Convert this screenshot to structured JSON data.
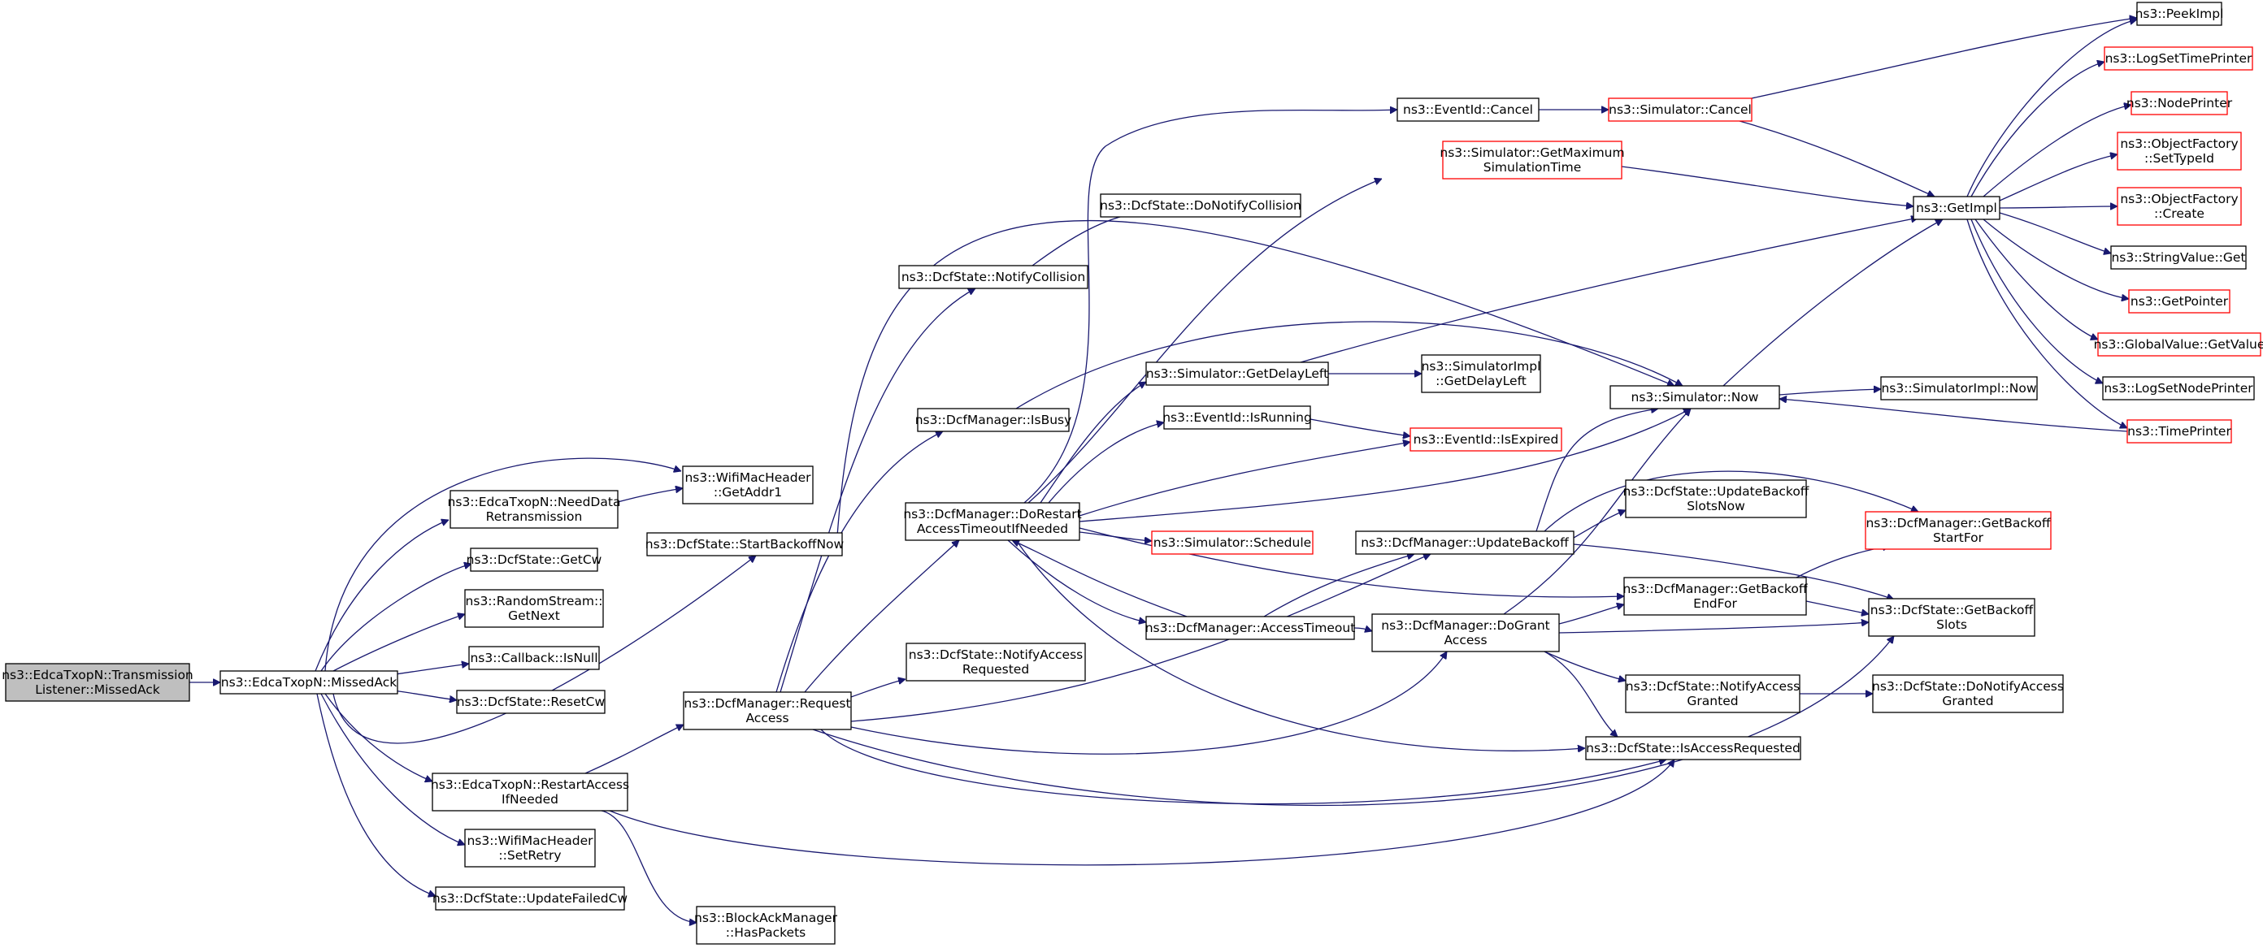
{
  "colors": {
    "edge": "#191970",
    "node_border": "#000000",
    "truncated_border": "#ff0000",
    "root_fill": "#bfbfbf"
  },
  "nodes": [
    {
      "id": "root",
      "lines": [
        "ns3::EdcaTxopN::Transmission",
        "Listener::MissedAck"
      ],
      "style": "root"
    },
    {
      "id": "missedack",
      "lines": [
        "ns3::EdcaTxopN::MissedAck"
      ]
    },
    {
      "id": "needdata",
      "lines": [
        "ns3::EdcaTxopN::NeedData",
        "Retransmission"
      ]
    },
    {
      "id": "getaddr1",
      "lines": [
        "ns3::WifiMacHeader",
        "::GetAddr1"
      ]
    },
    {
      "id": "getcw",
      "lines": [
        "ns3::DcfState::GetCw"
      ]
    },
    {
      "id": "randnext",
      "lines": [
        "ns3::RandomStream::",
        "GetNext"
      ]
    },
    {
      "id": "isnull",
      "lines": [
        "ns3::Callback::IsNull"
      ]
    },
    {
      "id": "resetcw",
      "lines": [
        "ns3::DcfState::ResetCw"
      ]
    },
    {
      "id": "restartaccess",
      "lines": [
        "ns3::EdcaTxopN::RestartAccess",
        "IfNeeded"
      ]
    },
    {
      "id": "setretry",
      "lines": [
        "ns3::WifiMacHeader",
        "::SetRetry"
      ]
    },
    {
      "id": "updatefailedcw",
      "lines": [
        "ns3::DcfState::UpdateFailedCw"
      ]
    },
    {
      "id": "startbackoff",
      "lines": [
        "ns3::DcfState::StartBackoffNow"
      ]
    },
    {
      "id": "requestaccess",
      "lines": [
        "ns3::DcfManager::Request",
        "Access"
      ]
    },
    {
      "id": "haspackets",
      "lines": [
        "ns3::BlockAckManager",
        "::HasPackets"
      ]
    },
    {
      "id": "notifycollision",
      "lines": [
        "ns3::DcfState::NotifyCollision"
      ]
    },
    {
      "id": "donotifycollision",
      "lines": [
        "ns3::DcfState::DoNotifyCollision"
      ]
    },
    {
      "id": "isbusy",
      "lines": [
        "ns3::DcfManager::IsBusy"
      ]
    },
    {
      "id": "dorestart",
      "lines": [
        "ns3::DcfManager::DoRestart",
        "AccessTimeoutIfNeeded"
      ]
    },
    {
      "id": "notifyaccessreq",
      "lines": [
        "ns3::DcfState::NotifyAccess",
        "Requested"
      ]
    },
    {
      "id": "eventcancel",
      "lines": [
        "ns3::EventId::Cancel"
      ]
    },
    {
      "id": "simcancel",
      "lines": [
        "ns3::Simulator::Cancel"
      ],
      "style": "red"
    },
    {
      "id": "getmaxsim",
      "lines": [
        "ns3::Simulator::GetMaximum",
        "SimulationTime"
      ],
      "style": "red"
    },
    {
      "id": "getdelayleft",
      "lines": [
        "ns3::Simulator::GetDelayLeft"
      ]
    },
    {
      "id": "implgetdelayleft",
      "lines": [
        "ns3::SimulatorImpl",
        "::GetDelayLeft"
      ]
    },
    {
      "id": "isrunning",
      "lines": [
        "ns3::EventId::IsRunning"
      ]
    },
    {
      "id": "isexpired",
      "lines": [
        "ns3::EventId::IsExpired"
      ],
      "style": "red"
    },
    {
      "id": "schedule",
      "lines": [
        "ns3::Simulator::Schedule"
      ],
      "style": "red"
    },
    {
      "id": "updatebackoff",
      "lines": [
        "ns3::DcfManager::UpdateBackoff"
      ]
    },
    {
      "id": "accesstimeout",
      "lines": [
        "ns3::DcfManager::AccessTimeout"
      ]
    },
    {
      "id": "dogrant",
      "lines": [
        "ns3::DcfManager::DoGrant",
        "Access"
      ]
    },
    {
      "id": "simnow",
      "lines": [
        "ns3::Simulator::Now"
      ]
    },
    {
      "id": "implnow",
      "lines": [
        "ns3::SimulatorImpl::Now"
      ]
    },
    {
      "id": "updatebackoffslots",
      "lines": [
        "ns3::DcfState::UpdateBackoff",
        "SlotsNow"
      ]
    },
    {
      "id": "getbackoffendfor",
      "lines": [
        "ns3::DcfManager::GetBackoff",
        "EndFor"
      ]
    },
    {
      "id": "getbackoffstartfor",
      "lines": [
        "ns3::DcfManager::GetBackoff",
        "StartFor"
      ],
      "style": "red"
    },
    {
      "id": "getbackoffslots",
      "lines": [
        "ns3::DcfState::GetBackoff",
        "Slots"
      ]
    },
    {
      "id": "notifyaccessgranted",
      "lines": [
        "ns3::DcfState::NotifyAccess",
        "Granted"
      ]
    },
    {
      "id": "donotifyaccessgranted",
      "lines": [
        "ns3::DcfState::DoNotifyAccess",
        "Granted"
      ]
    },
    {
      "id": "isaccessrequested",
      "lines": [
        "ns3::DcfState::IsAccessRequested"
      ]
    },
    {
      "id": "getimpl",
      "lines": [
        "ns3::GetImpl"
      ]
    },
    {
      "id": "peekimpl",
      "lines": [
        "ns3::PeekImpl"
      ]
    },
    {
      "id": "logsettime",
      "lines": [
        "ns3::LogSetTimePrinter"
      ],
      "style": "red"
    },
    {
      "id": "nodeprinter",
      "lines": [
        "ns3::NodePrinter"
      ],
      "style": "red"
    },
    {
      "id": "settypeid",
      "lines": [
        "ns3::ObjectFactory",
        "::SetTypeId"
      ],
      "style": "red"
    },
    {
      "id": "create",
      "lines": [
        "ns3::ObjectFactory",
        "::Create"
      ],
      "style": "red"
    },
    {
      "id": "stringget",
      "lines": [
        "ns3::StringValue::Get"
      ]
    },
    {
      "id": "getpointer",
      "lines": [
        "ns3::GetPointer"
      ],
      "style": "red"
    },
    {
      "id": "globalget",
      "lines": [
        "ns3::GlobalValue::GetValue"
      ],
      "style": "red"
    },
    {
      "id": "logsetnode",
      "lines": [
        "ns3::LogSetNodePrinter"
      ]
    },
    {
      "id": "timeprinter",
      "lines": [
        "ns3::TimePrinter"
      ],
      "style": "red"
    }
  ],
  "edges": [
    [
      "root",
      "missedack"
    ],
    [
      "missedack",
      "getaddr1"
    ],
    [
      "missedack",
      "needdata"
    ],
    [
      "missedack",
      "getcw"
    ],
    [
      "missedack",
      "randnext"
    ],
    [
      "missedack",
      "isnull"
    ],
    [
      "missedack",
      "resetcw"
    ],
    [
      "missedack",
      "restartaccess"
    ],
    [
      "missedack",
      "setretry"
    ],
    [
      "missedack",
      "updatefailedcw"
    ],
    [
      "missedack",
      "startbackoff"
    ],
    [
      "needdata",
      "getaddr1"
    ],
    [
      "restartaccess",
      "requestaccess"
    ],
    [
      "restartaccess",
      "haspackets"
    ],
    [
      "restartaccess",
      "isaccessrequested"
    ],
    [
      "startbackoff",
      "simnow"
    ],
    [
      "requestaccess",
      "notifycollision"
    ],
    [
      "requestaccess",
      "isbusy"
    ],
    [
      "requestaccess",
      "dorestart"
    ],
    [
      "requestaccess",
      "notifyaccessreq"
    ],
    [
      "requestaccess",
      "updatebackoff"
    ],
    [
      "requestaccess",
      "dogrant"
    ],
    [
      "requestaccess",
      "isaccessrequested"
    ],
    [
      "requestaccess",
      "getbackoffslots"
    ],
    [
      "notifycollision",
      "donotifycollision"
    ],
    [
      "isbusy",
      "simnow"
    ],
    [
      "dorestart",
      "eventcancel"
    ],
    [
      "dorestart",
      "getmaxsim"
    ],
    [
      "dorestart",
      "getdelayleft"
    ],
    [
      "dorestart",
      "isrunning"
    ],
    [
      "dorestart",
      "isexpired"
    ],
    [
      "dorestart",
      "schedule"
    ],
    [
      "dorestart",
      "simnow"
    ],
    [
      "dorestart",
      "accesstimeout"
    ],
    [
      "dorestart",
      "getbackoffendfor"
    ],
    [
      "dorestart",
      "isaccessrequested"
    ],
    [
      "eventcancel",
      "simcancel"
    ],
    [
      "simcancel",
      "peekimpl"
    ],
    [
      "simcancel",
      "getimpl"
    ],
    [
      "getmaxsim",
      "getimpl"
    ],
    [
      "getdelayleft",
      "implgetdelayleft"
    ],
    [
      "getdelayleft",
      "getimpl"
    ],
    [
      "isrunning",
      "isexpired"
    ],
    [
      "accesstimeout",
      "dorestart"
    ],
    [
      "accesstimeout",
      "updatebackoff"
    ],
    [
      "accesstimeout",
      "dogrant"
    ],
    [
      "updatebackoff",
      "simnow"
    ],
    [
      "updatebackoff",
      "updatebackoffslots"
    ],
    [
      "updatebackoff",
      "getbackoffstartfor"
    ],
    [
      "updatebackoff",
      "getbackoffslots"
    ],
    [
      "dogrant",
      "simnow"
    ],
    [
      "dogrant",
      "getbackoffendfor"
    ],
    [
      "dogrant",
      "getbackoffslots"
    ],
    [
      "dogrant",
      "notifyaccessgranted"
    ],
    [
      "dogrant",
      "isaccessrequested"
    ],
    [
      "getbackoffendfor",
      "getbackoffstartfor"
    ],
    [
      "getbackoffendfor",
      "getbackoffslots"
    ],
    [
      "notifyaccessgranted",
      "donotifyaccessgranted"
    ],
    [
      "simnow",
      "implnow"
    ],
    [
      "simnow",
      "getimpl"
    ],
    [
      "getimpl",
      "peekimpl"
    ],
    [
      "getimpl",
      "logsettime"
    ],
    [
      "getimpl",
      "nodeprinter"
    ],
    [
      "getimpl",
      "settypeid"
    ],
    [
      "getimpl",
      "create"
    ],
    [
      "getimpl",
      "stringget"
    ],
    [
      "getimpl",
      "getpointer"
    ],
    [
      "getimpl",
      "globalget"
    ],
    [
      "getimpl",
      "logsetnode"
    ],
    [
      "getimpl",
      "timeprinter"
    ],
    [
      "timeprinter",
      "simnow"
    ]
  ]
}
